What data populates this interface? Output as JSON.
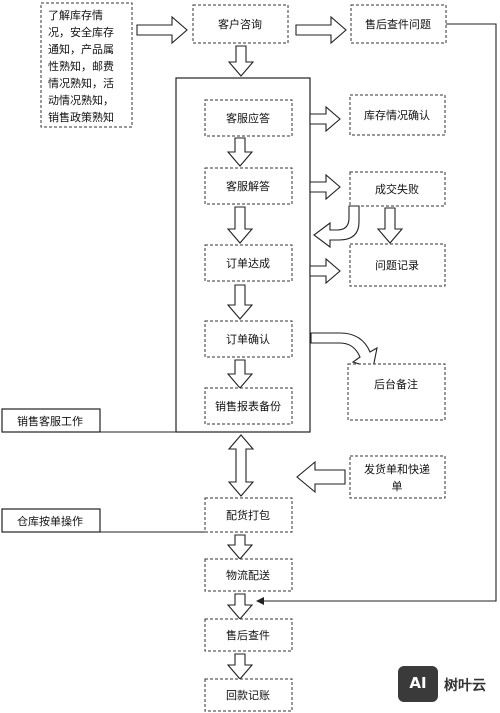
{
  "notes": {
    "inventory_note": [
      "了解库存情",
      "况，安全库存",
      "通知，产品属",
      "性熟知，邮费",
      "情况熟知，活",
      "动情况熟知，",
      "销售政策熟知"
    ]
  },
  "nodes": {
    "customer_consult": "客户咨询",
    "after_sales_issue": "售后查件问题",
    "cs_reply": "客服应答",
    "stock_confirm": "库存情况确认",
    "cs_explain": "客服解答",
    "deal_failed": "成交失败",
    "order_done": "订单达成",
    "issue_record": "问题记录",
    "order_confirm": "订单确认",
    "backend_note": "后台备注",
    "sales_report": "销售报表备份",
    "invoice_express": [
      "发货单和快递",
      "单"
    ],
    "pick_pack": "配货打包",
    "logistics": "物流配送",
    "after_sales_check": "售后查件",
    "payment_record": "回款记账"
  },
  "side_labels": {
    "sales_cs_work": "销售客服工作",
    "warehouse_ops": "仓库按单操作"
  },
  "watermark": {
    "badge": "AI",
    "text": "树叶云"
  }
}
